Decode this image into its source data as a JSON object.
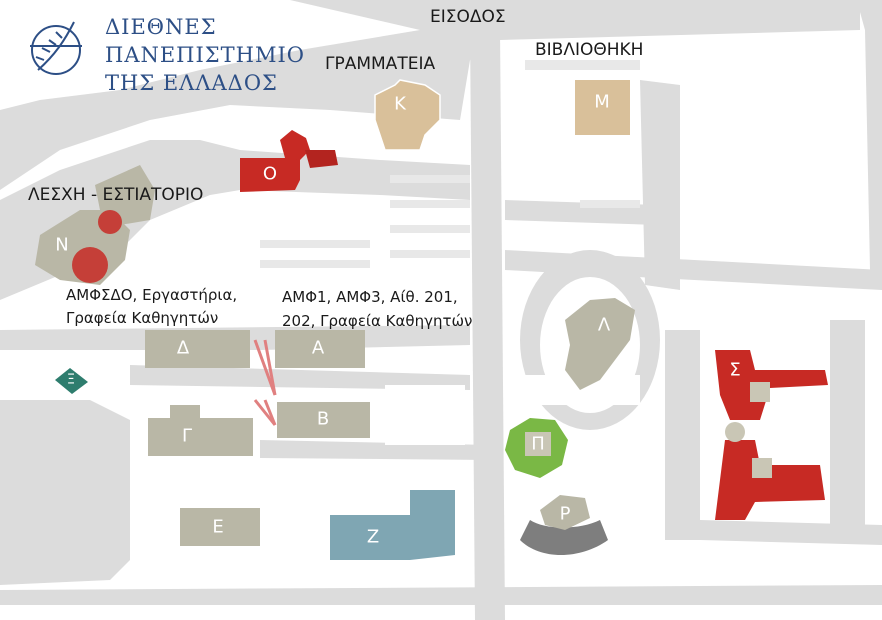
{
  "logo": {
    "line1": "ΔΙΕΘΝΕΣ",
    "line2": "ΠΑΝΕΠΙΣΤΗΜΙΟ",
    "line3": "ΤΗΣ ΕΛΛΑΔΟΣ"
  },
  "labels": {
    "entrance": "ΕΙΣΟΔΟΣ",
    "secretariat": "ΓΡΑΜΜΑΤΕΙΑ",
    "library": "ΒΙΒΛΙΟΘΗΚΗ",
    "club": "ΛΕΣΧΗ - ΕΣΤΙΑΤΟΡΙΟ",
    "amf_sdo_1": "ΑΜΦΣΔΟ, Εργαστήρια,",
    "amf_sdo_2": "Γραφεία Καθηγητών",
    "amf13_1": "ΑΜΦ1, ΑΜΦ3, Αίθ. 201,",
    "amf13_2": "202, Γραφεία Καθηγητών"
  },
  "buildings": {
    "K": "Κ",
    "M": "Μ",
    "O": "Ο",
    "N": "Ν",
    "Delta": "Δ",
    "A": "Α",
    "Xi": "Ξ",
    "Gamma": "Γ",
    "B": "Β",
    "Lambda": "Λ",
    "Sigma": "Σ",
    "Pi": "Π",
    "E": "Ε",
    "Z": "Ζ",
    "P": "Ρ"
  },
  "colors": {
    "road": "#dcdcdc",
    "building_gray": "#b9b7a6",
    "building_tan": "#d9c09a",
    "building_red": "#c72a24",
    "building_teal": "#7fa6b3",
    "building_green": "#7ab845",
    "logo_blue": "#2d4f86"
  }
}
